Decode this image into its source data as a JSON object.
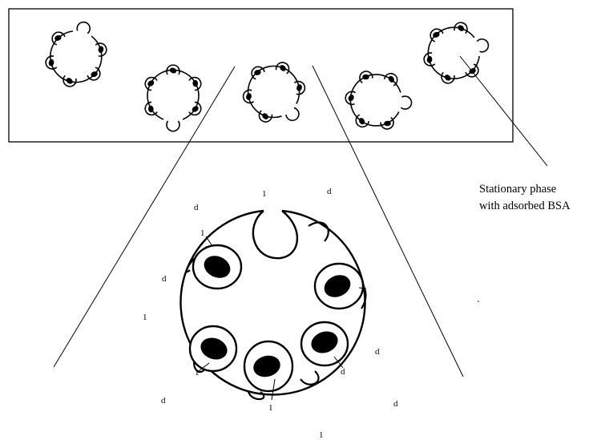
{
  "caption": {
    "line1": "Stationary phase",
    "line2": "with adsorbed BSA"
  },
  "labels": {
    "one": "1",
    "d": "d"
  },
  "colors": {
    "ink": "#000000",
    "paper": "#ffffff"
  }
}
